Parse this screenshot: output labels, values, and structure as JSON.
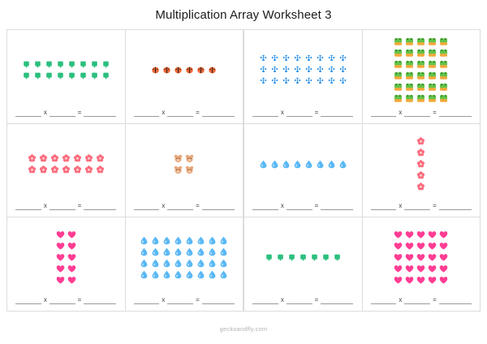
{
  "title": "Multiplication Array Worksheet 3",
  "footer": "geckoandfly.com",
  "equation": {
    "times_symbol": "x",
    "equals_symbol": "=",
    "blank": ""
  },
  "icon_colors": {
    "green_frog_plain": "#2BBF7E",
    "orange_ladybug": "#F26B3A",
    "pink_flower": "#FB6E7E",
    "tan_bear": "#E8A87C",
    "pink_heart": "#FF3D93",
    "blue_droplet": "#5AB8F5",
    "blue_puzzle": "#2E93E8",
    "green_frog_face": "#5FC44A"
  },
  "left_grid": {
    "cells": [
      {
        "icon": "green-frog-icon",
        "color": "#2BBF7E",
        "rows": 2,
        "cols": 8,
        "total": 16
      },
      {
        "icon": "orange-ladybug-icon",
        "color": "#F26B3A",
        "rows": 1,
        "cols": 6,
        "total": 6
      },
      {
        "icon": "pink-flower-icon",
        "color": "#FB6E7E",
        "rows": 2,
        "cols": 7,
        "total": 14
      },
      {
        "icon": "tan-bear-icon",
        "color": "#E8A87C",
        "rows": 2,
        "cols": 2,
        "total": 4
      },
      {
        "icon": "pink-heart-icon",
        "color": "#FF3D93",
        "rows": 5,
        "cols": 2,
        "total": 10
      },
      {
        "icon": "blue-droplet-icon",
        "color": "#5AB8F5",
        "rows": 4,
        "cols": 8,
        "total": 32
      }
    ]
  },
  "right_grid": {
    "cells": [
      {
        "icon": "blue-puzzle-icon",
        "color": "#2E93E8",
        "rows": 3,
        "cols": 8,
        "total": 24
      },
      {
        "icon": "green-frog-face-icon",
        "color": "#5FC44A",
        "rows": 6,
        "cols": 5,
        "total": 30
      },
      {
        "icon": "blue-droplet-icon",
        "color": "#5AB8F5",
        "rows": 1,
        "cols": 8,
        "total": 8
      },
      {
        "icon": "pink-flower-icon",
        "color": "#FB6E7E",
        "rows": 5,
        "cols": 1,
        "total": 5
      },
      {
        "icon": "green-frog-icon",
        "color": "#2BBF7E",
        "rows": 1,
        "cols": 7,
        "total": 7
      },
      {
        "icon": "pink-heart-icon",
        "color": "#FF3D93",
        "rows": 5,
        "cols": 5,
        "total": 25
      }
    ]
  }
}
